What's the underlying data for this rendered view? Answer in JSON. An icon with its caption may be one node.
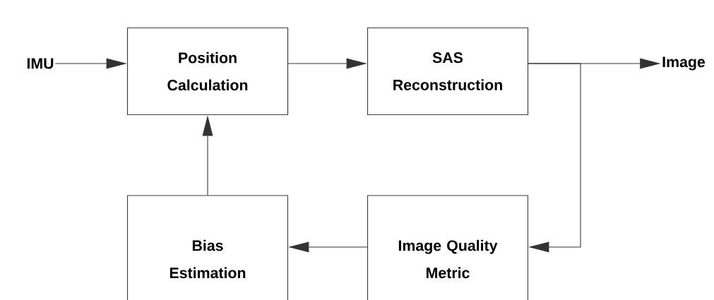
{
  "diagram": {
    "nodes": [
      {
        "text": [
          "IMU"
        ]
      },
      {
        "text": [
          "Position Calculation"
        ]
      },
      {
        "text": [
          "SAS Reconstruction"
        ]
      },
      {
        "text": [
          "Image"
        ]
      },
      {
        "text": [
          "Bias Estimation"
        ]
      },
      {
        "text": [
          "Image Quality Metric"
        ]
      }
    ],
    "edges": [
      {
        "from": 0,
        "to": 1,
        "arrow": "to"
      },
      {
        "from": 1,
        "to": 2,
        "arrow": "to"
      },
      {
        "from": 2,
        "to": 3,
        "arrow": "to"
      },
      {
        "from": 2,
        "to": 5,
        "arrow": "to"
      },
      {
        "from": 5,
        "to": 4,
        "arrow": "to"
      },
      {
        "from": 4,
        "to": 1,
        "arrow": "to"
      }
    ]
  }
}
